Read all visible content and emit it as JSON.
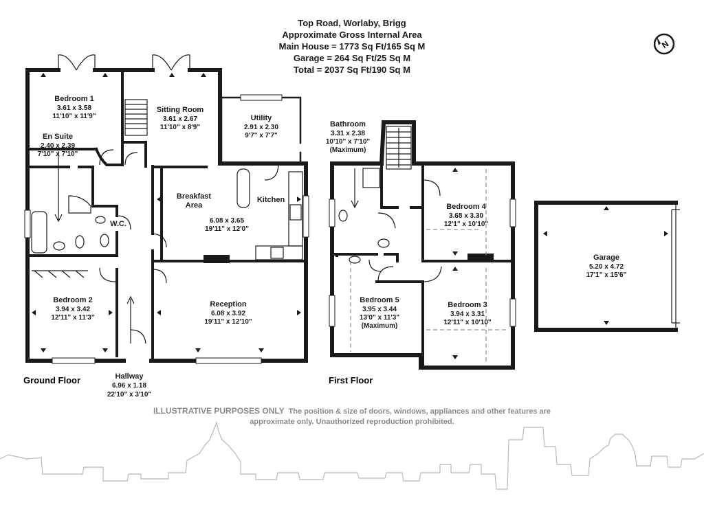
{
  "header": {
    "lines": [
      "Top Road, Worlaby, Brigg",
      "Approximate Gross Internal Area",
      "Main House = 1773 Sq Ft/165 Sq M",
      "Garage = 264 Sq Ft/25 Sq M",
      "Total = 2037 Sq Ft/190 Sq M"
    ]
  },
  "compass": {
    "letter": "N",
    "icon": "north-arrow-icon"
  },
  "floors": {
    "ground": "Ground Floor",
    "first": "First Floor"
  },
  "rooms": {
    "bedroom1": {
      "name": "Bedroom 1",
      "metric": "3.61 x 3.58",
      "imperial": "11'10\" x 11'9\""
    },
    "ensuite": {
      "name": "En Suite",
      "metric": "2.40 x 2.39",
      "imperial": "7'10\" x 7'10\""
    },
    "sitting": {
      "name": "Sitting Room",
      "metric": "3.61 x 2.67",
      "imperial": "11'10\" x 8'9\""
    },
    "utility": {
      "name": "Utility",
      "metric": "2.91 x 2.30",
      "imperial": "9'7\" x 7'7\""
    },
    "wc": {
      "name": "W.C."
    },
    "breakfast": {
      "name": "Breakfast",
      "name2": "Area",
      "metric": "6.08 x 3.65",
      "imperial": "19'11\" x 12'0\""
    },
    "kitchen": {
      "name": "Kitchen"
    },
    "bedroom2": {
      "name": "Bedroom 2",
      "metric": "3.94 x 3.42",
      "imperial": "12'11\" x 11'3\""
    },
    "reception": {
      "name": "Reception",
      "metric": "6.08 x 3.92",
      "imperial": "19'11\" x 12'10\""
    },
    "hallway": {
      "name": "Hallway",
      "metric": "6.96 x 1.18",
      "imperial": "22'10\" x 3'10\""
    },
    "bathroom": {
      "name": "Bathroom",
      "metric": "3.31 x 2.38",
      "imperial": "10'10\" x 7'10\"",
      "note": "(Maximum)"
    },
    "bedroom4": {
      "name": "Bedroom 4",
      "metric": "3.68 x 3.30",
      "imperial": "12'1\" x 10'10\""
    },
    "bedroom5": {
      "name": "Bedroom 5",
      "metric": "3.95 x 3.44",
      "imperial": "13'0\" x 11'3\"",
      "note": "(Maximum)"
    },
    "bedroom3": {
      "name": "Bedroom 3",
      "metric": "3.94 x 3.31",
      "imperial": "12'11\" x 10'10\""
    },
    "garage": {
      "name": "Garage",
      "metric": "5.20 x 4.72",
      "imperial": "17'1\" x 15'6\""
    }
  },
  "disclaimer": {
    "emphasis": "ILLUSTRATIVE PURPOSES ONLY",
    "line1": "The position & size of doors, windows, appliances and other features are",
    "line2": "approximate only. Unauthorized reproduction prohibited."
  },
  "colors": {
    "wall": "#1a1a1a",
    "disclaimer": "#8a8a8a",
    "skyline": "#b8b8b8"
  }
}
